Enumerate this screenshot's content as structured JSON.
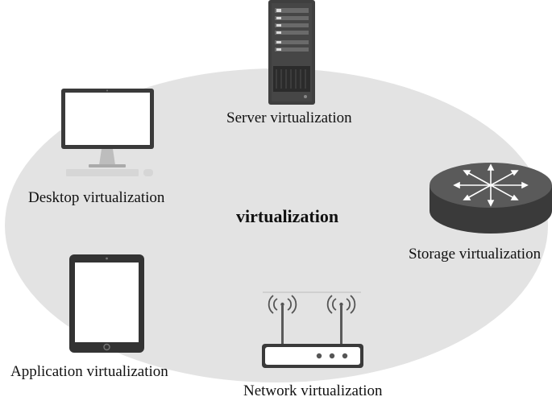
{
  "diagram": {
    "center_label": "virtualization",
    "nodes": [
      {
        "id": "server",
        "label": "Server virtualization",
        "icon": "server-icon"
      },
      {
        "id": "desktop",
        "label": "Desktop virtualization",
        "icon": "desktop-monitor-icon"
      },
      {
        "id": "storage",
        "label": "Storage virtualization",
        "icon": "router-icon"
      },
      {
        "id": "application",
        "label": "Application virtualization",
        "icon": "tablet-icon"
      },
      {
        "id": "network",
        "label": "Network virtualization",
        "icon": "wireless-router-icon"
      }
    ],
    "colors": {
      "ellipse": "#e3e3e3",
      "device_dark": "#3a3a3a",
      "device_mid": "#5a5a5a"
    }
  }
}
